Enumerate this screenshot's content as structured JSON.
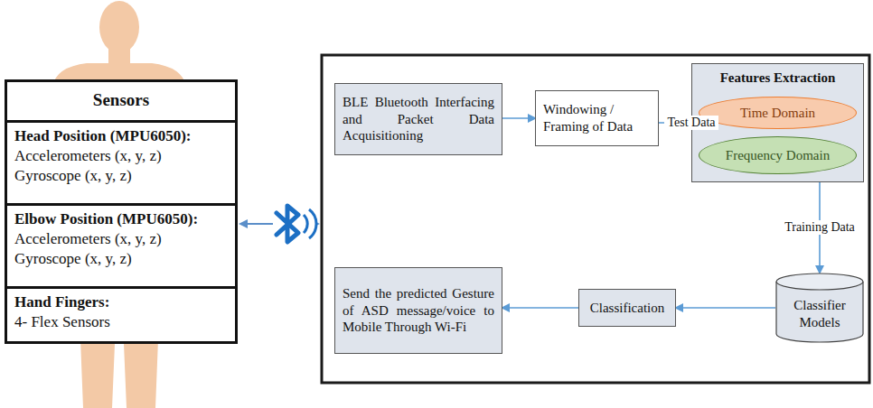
{
  "diagram": {
    "nodes": [
      {
        "text": [
          "Sensors"
        ]
      },
      {
        "text": [
          "Head Position (MPU6050):",
          "Accelerometers (x, y, z)",
          "Gyroscope (x, y, z)"
        ],
        "in": 0
      },
      {
        "text": [
          "Elbow Position (MPU6050):",
          "Accelerometers (x, y, z)",
          "Gyroscope (x, y, z)"
        ],
        "in": 0
      },
      {
        "text": [
          "Hand Fingers:",
          "4- Flex Sensors"
        ],
        "in": 0
      },
      {
        "text": [
          "BLE Bluetooth Interfacing and Packet Data Acquisitioning"
        ]
      },
      {
        "text": [
          "Windowing / Framing of Data"
        ]
      },
      {
        "text": [
          "Features Extraction"
        ]
      },
      {
        "text": [
          "Time Domain"
        ],
        "in": 6
      },
      {
        "text": [
          "Frequency Domain"
        ],
        "in": 6
      },
      {
        "text": [
          "Classifier Models"
        ]
      },
      {
        "text": [
          "Classification"
        ]
      },
      {
        "text": [
          "Send the predicted Gesture of ASD message/voice to Mobile Through Wi-Fi"
        ]
      }
    ],
    "edges": [
      {
        "from": 4,
        "to": 5,
        "arrow": "to"
      },
      {
        "from": 5,
        "to": 6,
        "arrow": "to"
      },
      {
        "from": 6,
        "to": 10,
        "arrow": "to",
        "label": "Test Data"
      },
      {
        "from": 6,
        "to": 9,
        "arrow": "to",
        "label": "Training Data"
      },
      {
        "from": 9,
        "to": 10,
        "arrow": "to"
      },
      {
        "from": 10,
        "to": 11,
        "arrow": "to"
      }
    ]
  }
}
